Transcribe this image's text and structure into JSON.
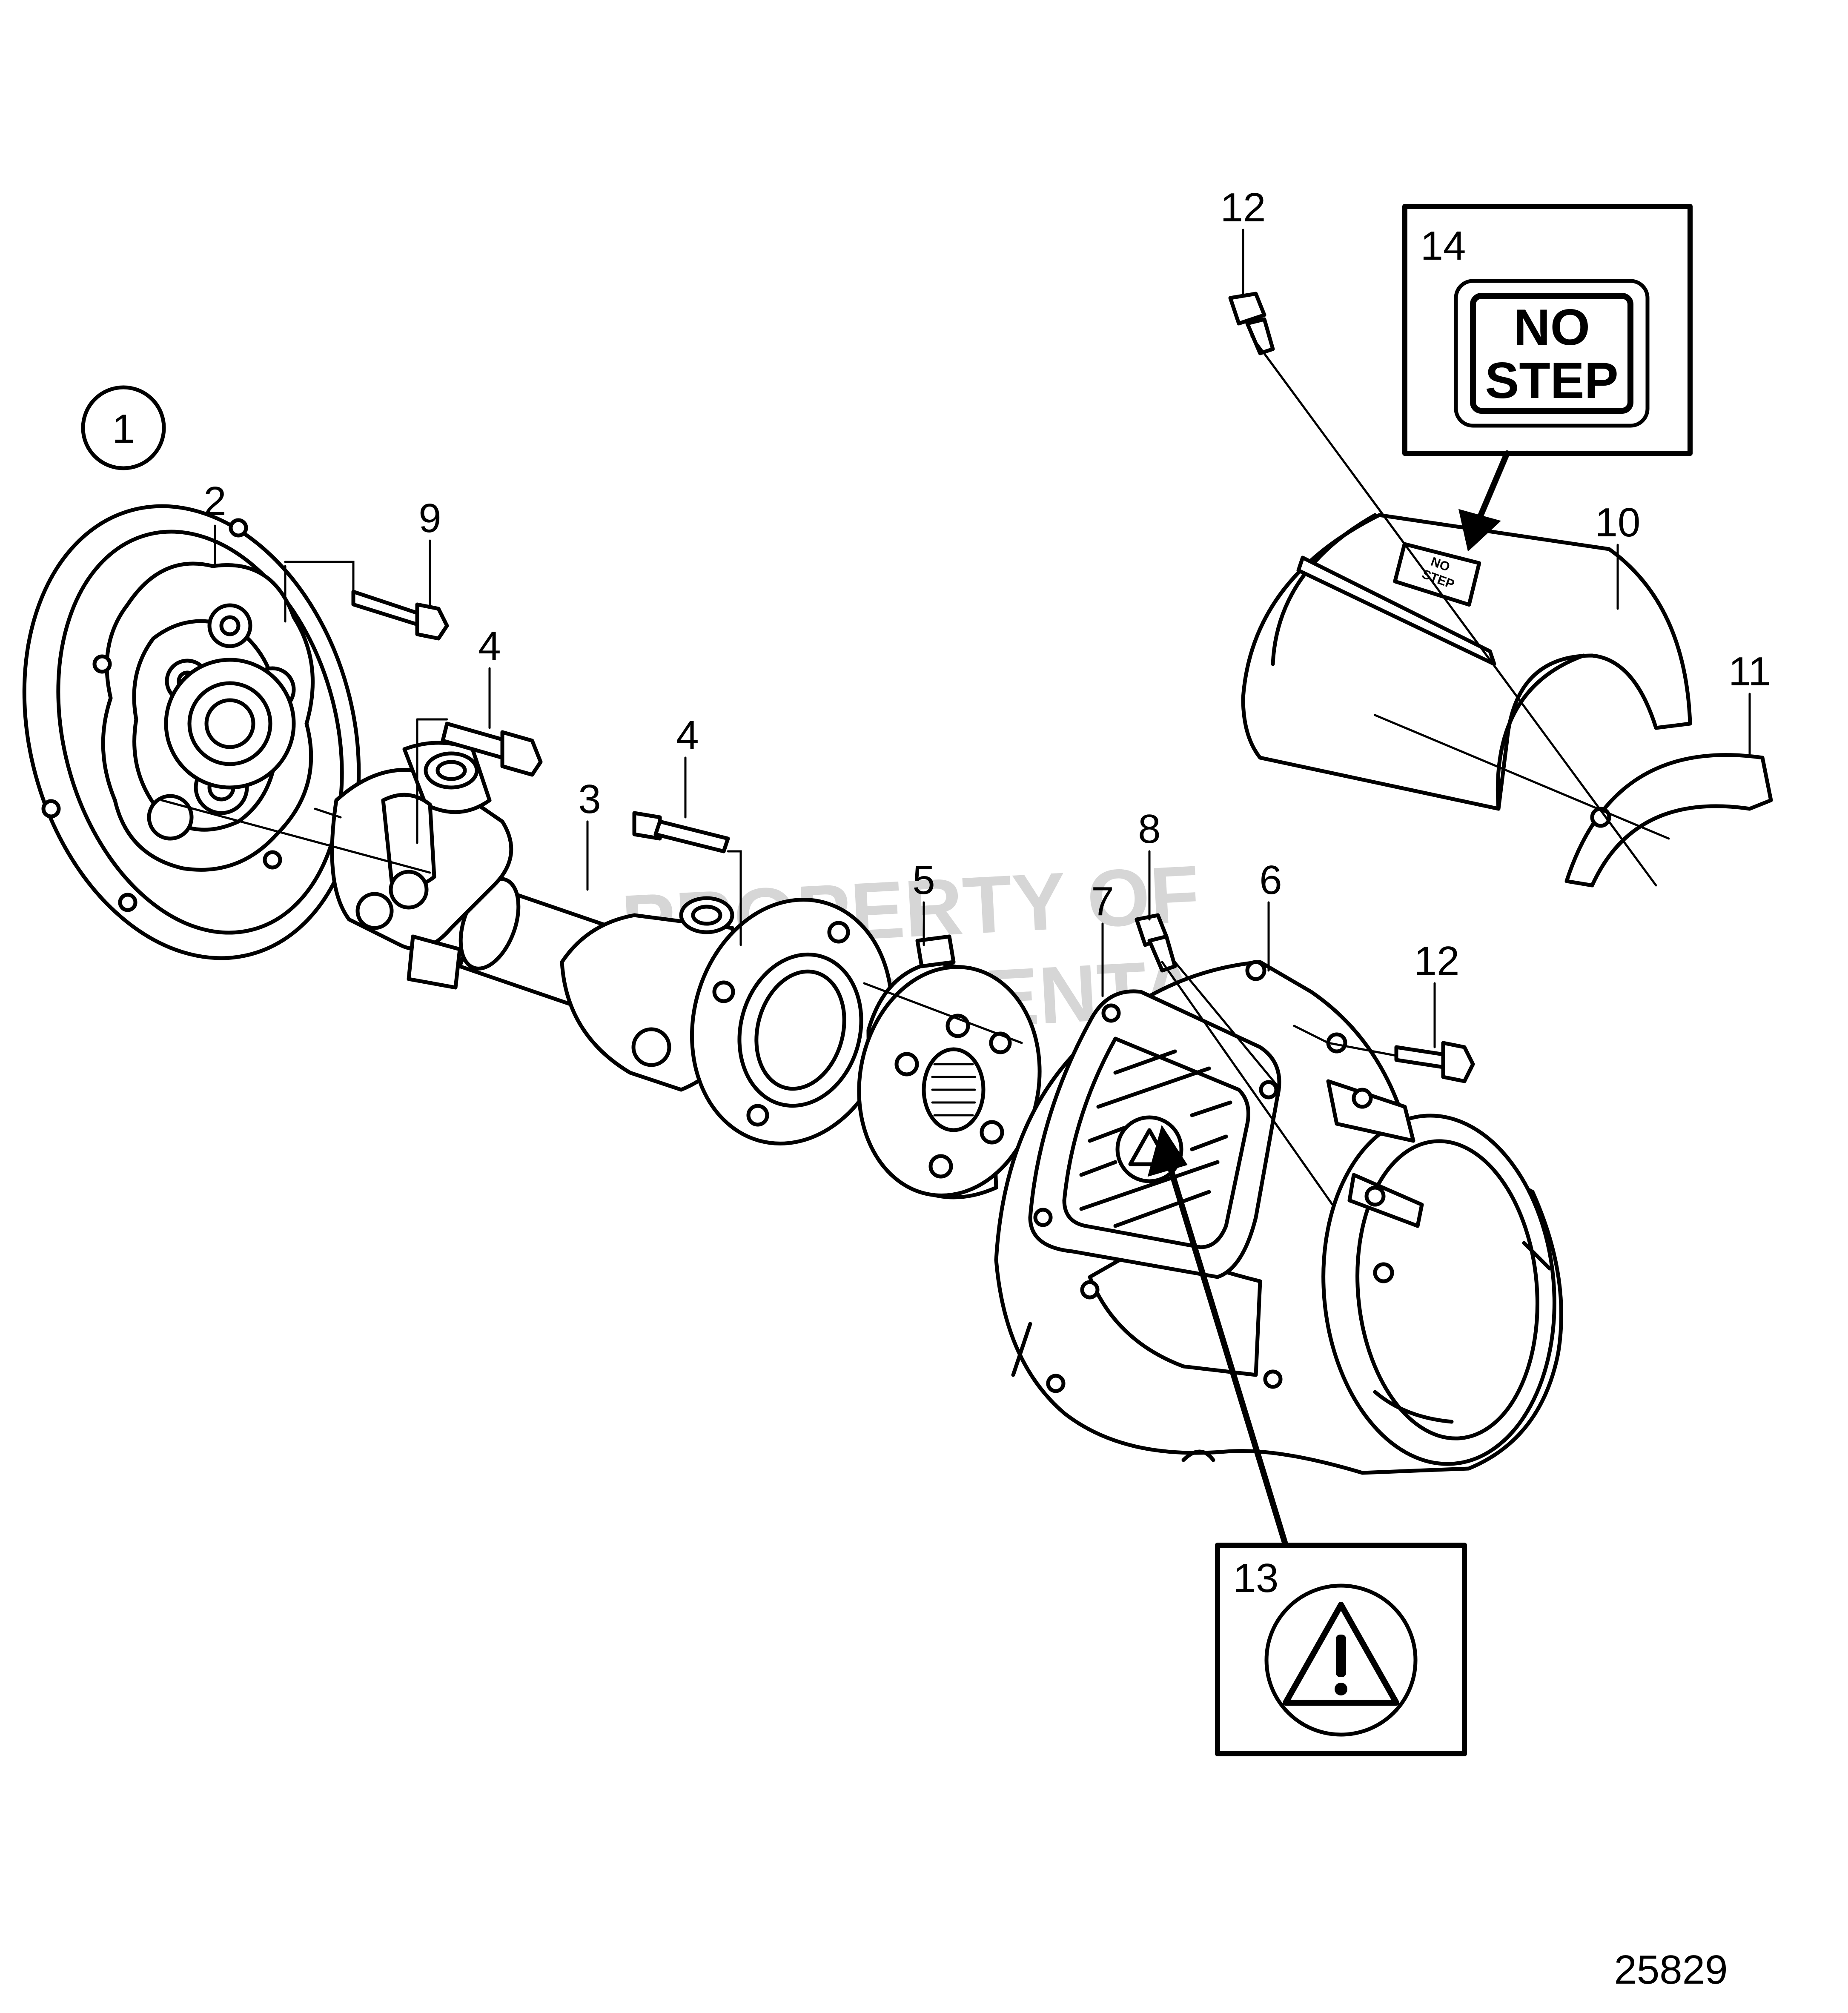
{
  "callouts": {
    "c1": "1",
    "c2": "2",
    "c3": "3",
    "c4a": "4",
    "c4b": "4",
    "c5": "5",
    "c6": "6",
    "c7": "7",
    "c8": "8",
    "c9": "9",
    "c10": "10",
    "c11": "11",
    "c12a": "12",
    "c12b": "12",
    "c13": "13",
    "c14": "14"
  },
  "no_step_sign": {
    "line1": "NO",
    "line2": "STEP"
  },
  "decal_small": {
    "line1": "NO",
    "line2": "STEP"
  },
  "watermark": {
    "line1": "PROPERTY OF",
    "line2": "VOLVO PENTA"
  },
  "figure_number": "25829",
  "icons": {
    "warning": "warning-triangle-icon",
    "callout_circle": "circled-number-icon"
  },
  "colors": {
    "line": "#000000",
    "background": "#ffffff",
    "watermark": "#d6d6d6"
  }
}
